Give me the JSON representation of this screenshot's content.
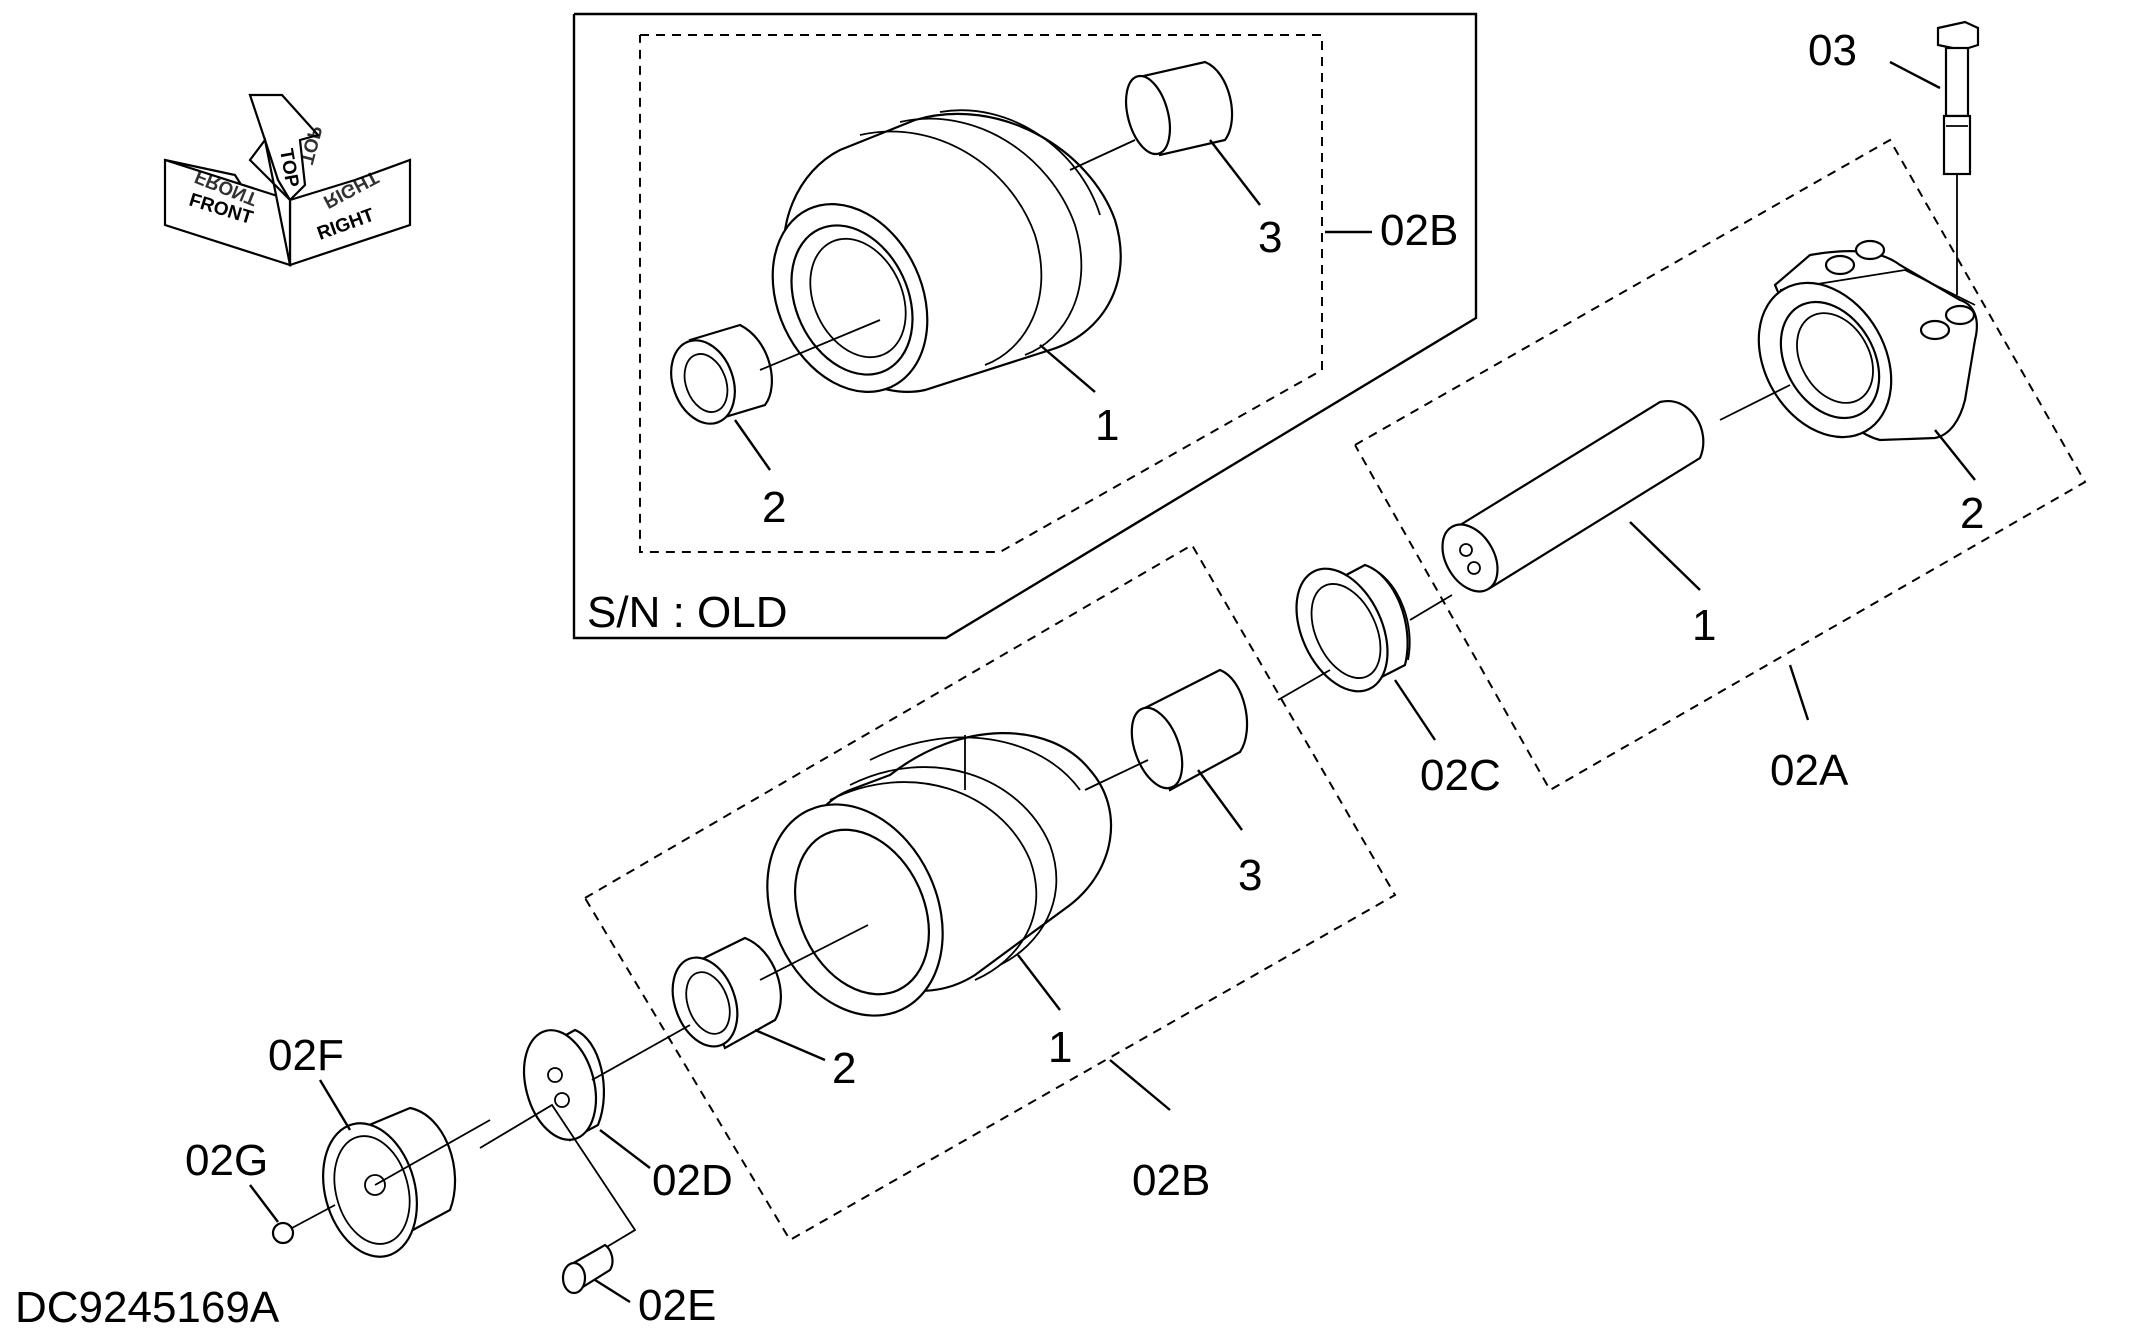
{
  "drawing_id": "DC9245169A",
  "inset": {
    "caption": "S/N : OLD",
    "group_label": "02B",
    "labels": {
      "roller": "1",
      "collar": "2",
      "bushing": "3"
    }
  },
  "orientation": {
    "front": "FRONT",
    "top": "TOP",
    "right": "RIGHT"
  },
  "main": {
    "group_02A": {
      "label": "02A",
      "shaft": "1",
      "bracket": "2"
    },
    "bolt": "03",
    "seal": "02C",
    "group_02B": {
      "label": "02B",
      "roller": "1",
      "collar": "2",
      "bushing": "3"
    },
    "plate": "02D",
    "screw": "02E",
    "cap": "02F",
    "plug": "02G"
  }
}
